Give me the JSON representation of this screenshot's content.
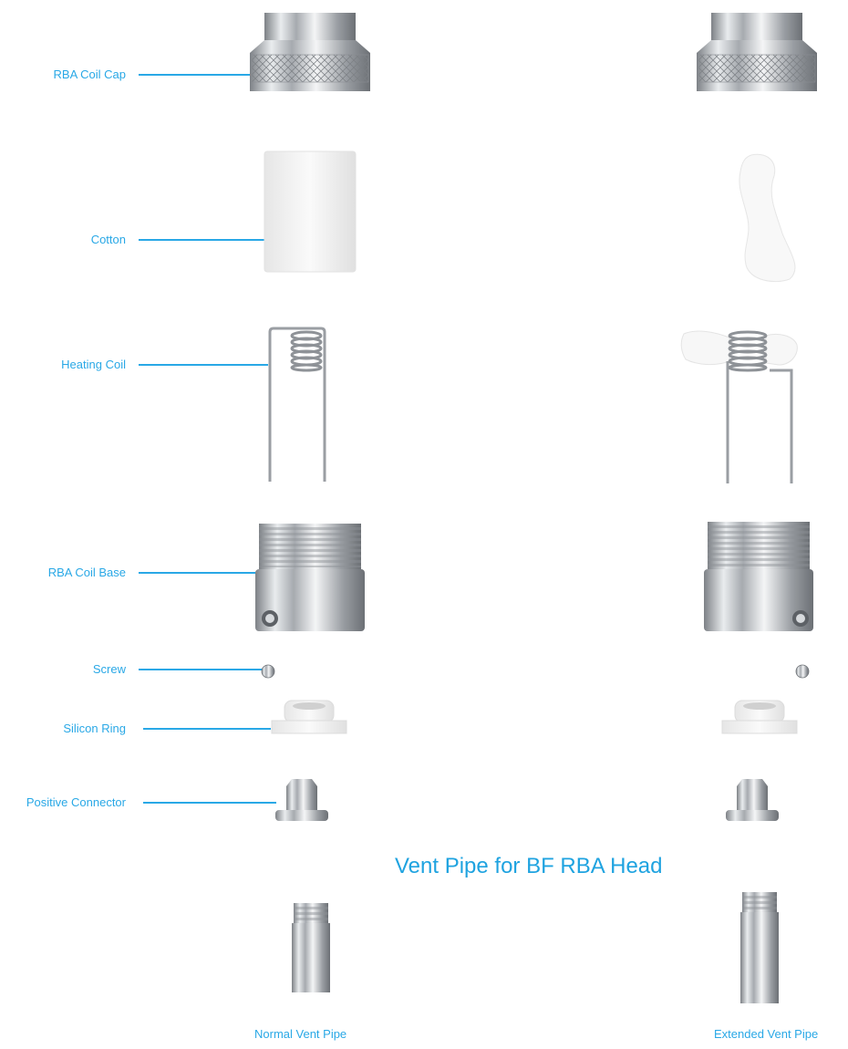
{
  "labels": {
    "coil_cap": "RBA Coil Cap",
    "cotton": "Cotton",
    "heating_coil": "Heating Coil",
    "coil_base": "RBA Coil Base",
    "screw": "Screw",
    "silicon_ring": "Silicon Ring",
    "positive_connector": "Positive Connector"
  },
  "section_title": "Vent Pipe for BF RBA Head",
  "captions": {
    "normal": "Normal Vent Pipe",
    "extended": "Extended Vent Pipe"
  },
  "colors": {
    "accent": "#29a8e6",
    "metal": "#b8bcc0",
    "white_part": "#f2f2f2"
  }
}
